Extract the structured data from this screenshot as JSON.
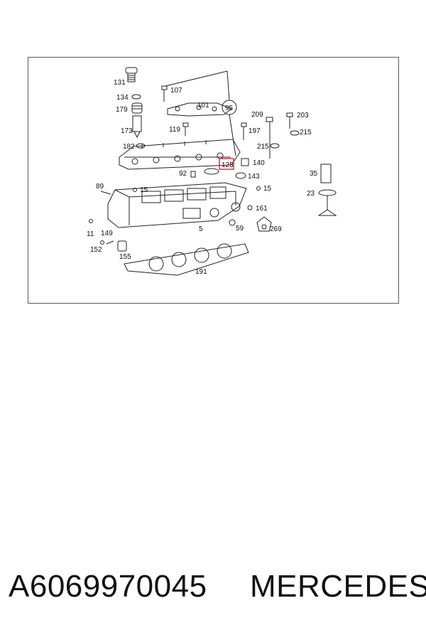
{
  "diagram": {
    "labels": {
      "l131": "131",
      "l107": "107",
      "l134": "134",
      "l101": "101",
      "l95": "95",
      "l179": "179",
      "l209": "209",
      "l203": "203",
      "l173": "173",
      "l119": "119",
      "l197": "197",
      "l215a": "215",
      "l215b": "215",
      "l182": "182",
      "l140": "140",
      "l125": "125",
      "l92": "92",
      "l143": "143",
      "l35": "35",
      "l89": "89",
      "l15a": "15",
      "l15b": "15",
      "l23": "23",
      "l161": "161",
      "l11": "11",
      "l149": "149",
      "l5": "5",
      "l59": "59",
      "l269": "269",
      "l152": "152",
      "l155": "155",
      "l191": "191"
    },
    "highlighted_label": "125",
    "highlight_color": "#d9262b",
    "line_color": "#222222"
  },
  "footer": {
    "part_number": "A6069970045",
    "brand": "MERCEDES"
  }
}
